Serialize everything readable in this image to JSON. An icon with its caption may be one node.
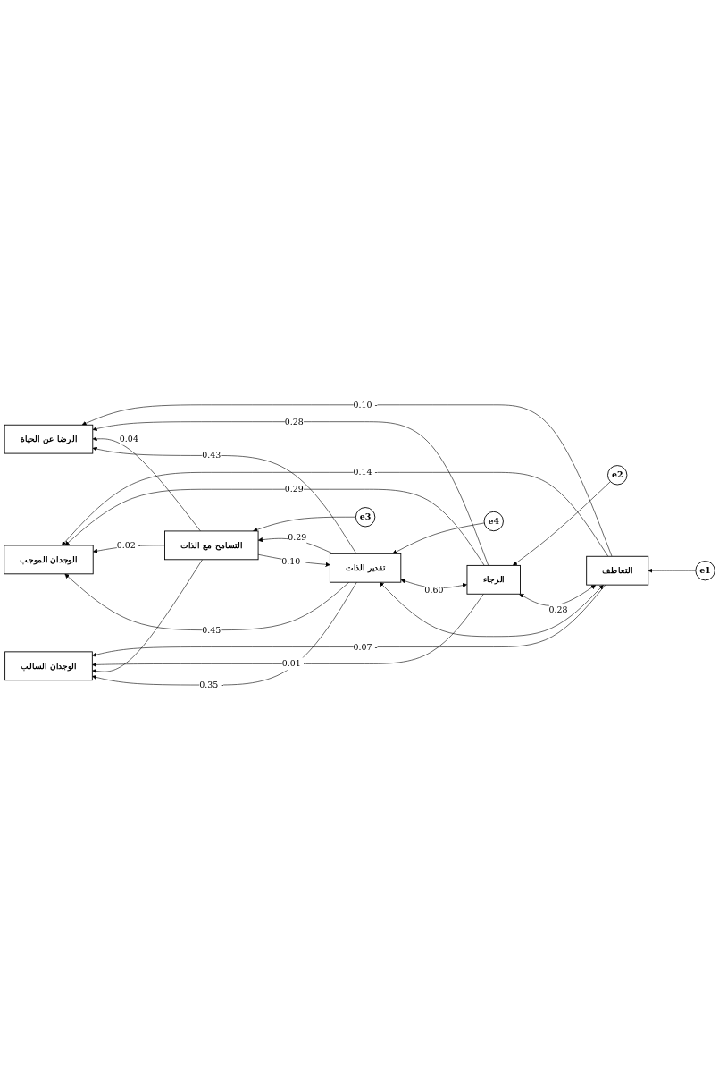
{
  "diagram": {
    "nodes": [
      {
        "text": [
          "التعاطف"
        ]
      },
      {
        "text": [
          "e1"
        ]
      },
      {
        "text": [
          "الرضا عن الحياة"
        ]
      },
      {
        "text": [
          "الرجاء"
        ]
      },
      {
        "text": [
          "e2"
        ]
      },
      {
        "text": [
          "الوجدان الموجب"
        ]
      },
      {
        "text": [
          "التسامح مع الذات"
        ]
      },
      {
        "text": [
          "e3"
        ]
      },
      {
        "text": [
          "الوجدان السالب"
        ]
      },
      {
        "text": [
          "تقدير الذات"
        ]
      },
      {
        "text": [
          "e4"
        ]
      }
    ],
    "edges": [
      {
        "from": 1,
        "to": 0,
        "arrow": "to"
      },
      {
        "from": 4,
        "to": 3,
        "arrow": "to"
      },
      {
        "from": 7,
        "to": 6,
        "arrow": "to"
      },
      {
        "from": 10,
        "to": 9,
        "arrow": "to"
      },
      {
        "from": 0,
        "to": 2,
        "arrow": "to",
        "label": "0.10 -"
      },
      {
        "from": 0,
        "to": 5,
        "arrow": "to",
        "label": "0.14 -"
      },
      {
        "from": 0,
        "to": 8,
        "arrow": "to",
        "label": "0.07 -"
      },
      {
        "from": 3,
        "to": 2,
        "arrow": "to",
        "label": "0.28"
      },
      {
        "from": 3,
        "to": 5,
        "arrow": "to",
        "label": "0.29"
      },
      {
        "from": 3,
        "to": 8,
        "arrow": "to",
        "label": "0.01 -"
      },
      {
        "from": 6,
        "to": 2,
        "arrow": "to",
        "label": "0.04"
      },
      {
        "from": 6,
        "to": 5,
        "arrow": "to",
        "label": "0.02 -"
      },
      {
        "from": 6,
        "to": 8,
        "arrow": "to"
      },
      {
        "from": 9,
        "to": 2,
        "arrow": "to",
        "label": "0.43"
      },
      {
        "from": 9,
        "to": 5,
        "arrow": "to",
        "label": "0.45"
      },
      {
        "from": 9,
        "to": 8,
        "arrow": "to",
        "label": "0.35 -"
      },
      {
        "from": 0,
        "to": 3,
        "arrow": "both",
        "label": "0.28"
      },
      {
        "from": 6,
        "to": 9,
        "arrow": "to",
        "label": "0.10 -"
      },
      {
        "from": 9,
        "to": 6,
        "arrow": "to",
        "label": "0.29"
      },
      {
        "from": 3,
        "to": 9,
        "arrow": "both",
        "label": "0.60"
      },
      {
        "from": 0,
        "to": 9,
        "arrow": "both"
      }
    ]
  }
}
